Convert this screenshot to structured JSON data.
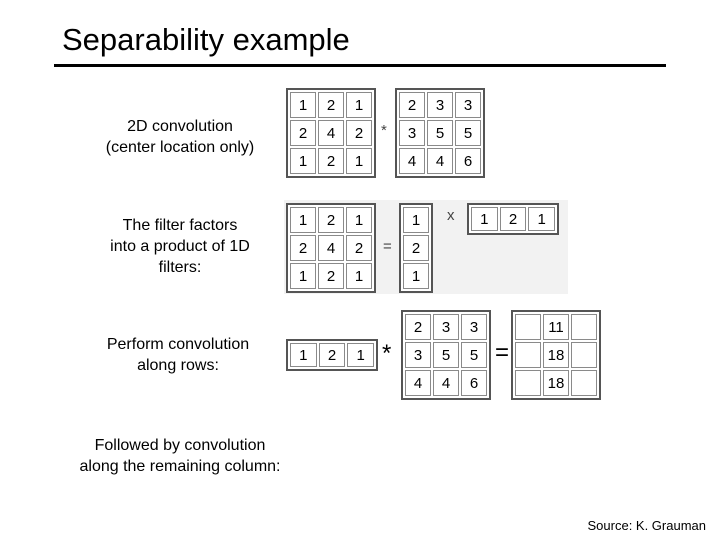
{
  "title": "Separability example",
  "labels": {
    "row1": [
      "2D convolution",
      "(center location only)"
    ],
    "row2": [
      "The filter factors",
      "into a product of 1D",
      "filters:"
    ],
    "row3": [
      "Perform convolution",
      "along rows:"
    ],
    "row4": [
      "Followed by convolution",
      "along the remaining column:"
    ]
  },
  "source": "Source: K. Grauman",
  "operators": {
    "conv": "*",
    "equals": "=",
    "times": "x"
  },
  "matrices": {
    "filter2d_a": [
      [
        "1",
        "2",
        "1"
      ],
      [
        "2",
        "4",
        "2"
      ],
      [
        "1",
        "2",
        "1"
      ]
    ],
    "image": [
      [
        "2",
        "3",
        "3"
      ],
      [
        "3",
        "5",
        "5"
      ],
      [
        "4",
        "4",
        "6"
      ]
    ],
    "filter2d_b": [
      [
        "1",
        "2",
        "1"
      ],
      [
        "2",
        "4",
        "2"
      ],
      [
        "1",
        "2",
        "1"
      ]
    ],
    "col_filter": [
      [
        "1"
      ],
      [
        "2"
      ],
      [
        "1"
      ]
    ],
    "row_filter": [
      [
        "1",
        "2",
        "1"
      ]
    ],
    "row_filter_2": [
      [
        "1",
        "2",
        "1"
      ]
    ],
    "image_2": [
      [
        "2",
        "3",
        "3"
      ],
      [
        "3",
        "5",
        "5"
      ],
      [
        "4",
        "4",
        "6"
      ]
    ],
    "result": [
      [
        "",
        "11",
        ""
      ],
      [
        "",
        "18",
        ""
      ],
      [
        "",
        "18",
        ""
      ]
    ]
  }
}
